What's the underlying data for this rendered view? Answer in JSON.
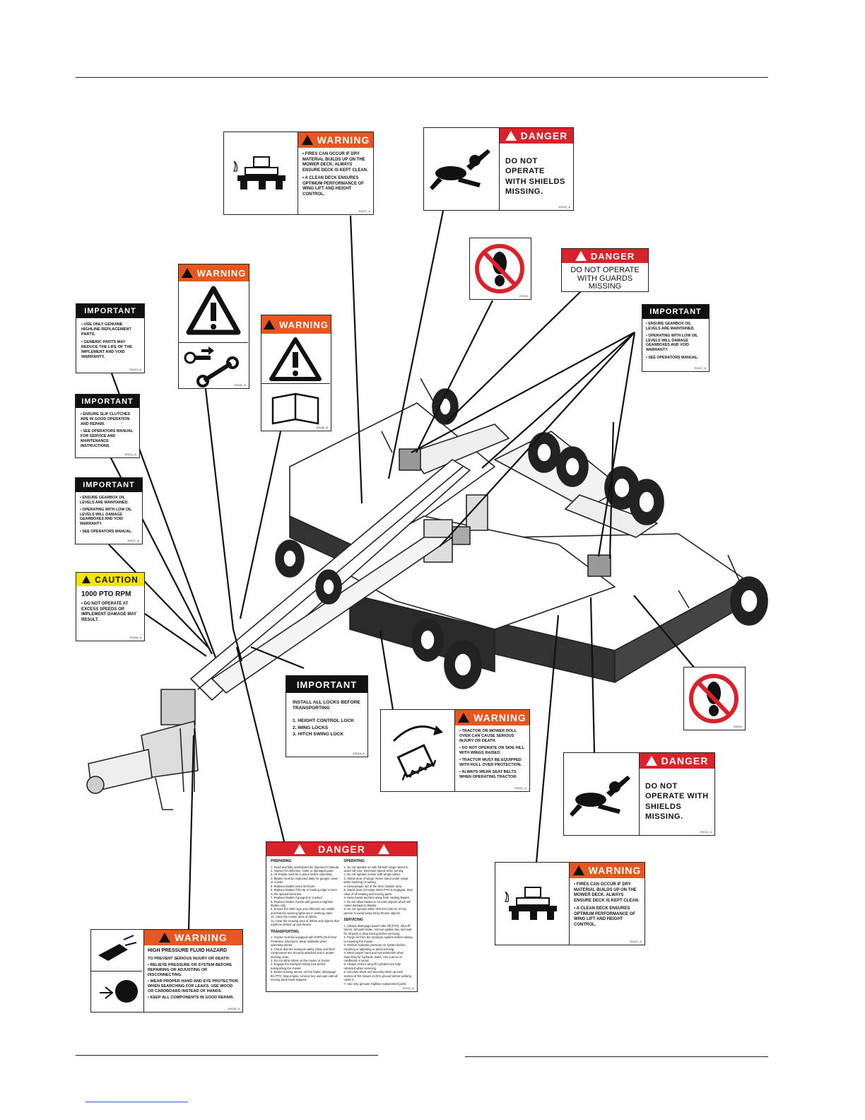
{
  "decals": {
    "warning_fire_top": {
      "header": "WARNING",
      "lines": [
        "• FIRES CAN OCCUR IF DRY MATERIAL BUILDS UP ON THE MOWER DECK. ALWAYS ENSURE DECK IS KEPT CLEAN.",
        "• A CLEAN DECK ENSURES OPTIMUM PERFORMANCE OF WING LIFT AND HEIGHT CONTROL."
      ],
      "code": "E0047_A"
    },
    "danger_shields_top": {
      "header": "DANGER",
      "message": "DO NOT OPERATE WITH SHIELDS MISSING.",
      "code": "E0010_A"
    },
    "no_step_top": {
      "code": "E0024"
    },
    "danger_guards": {
      "header": "DANGER",
      "message": "DO NOT OPERATE WITH GUARDS MISSING"
    },
    "important_gearbox_right": {
      "header": "IMPORTANT",
      "lines": [
        "• ENSURE GEARBOX OIL LEVELS ARE MAINTAINED.",
        "• OPERATING WITH LOW OIL LEVELS WILL DAMAGE GEARBOXES AND VOID WARRANTY.",
        "• SEE OPERATORS MANUAL."
      ],
      "code": "E0047_A"
    },
    "warning_tools": {
      "header": "WARNING",
      "code": "E0030_B"
    },
    "warning_manual": {
      "header": "WARNING",
      "code": "E0066_B"
    },
    "important_parts": {
      "header": "IMPORTANT",
      "lines": [
        "• USE ONLY GENUINE HIGHLINE REPLACEMENT PARTS.",
        "• GENERIC PARTS MAY REDUCE THE LIFE OF THE IMPLEMENT AND VOID WARRANTY."
      ],
      "code": "E0013_A"
    },
    "important_clutch": {
      "header": "IMPORTANT",
      "lines": [
        "• ENSURE SLIP CLUTCHES ARE IN GOOD OPERATION AND REPAIR.",
        "• SEE OPERATORS MANUAL FOR SERVICE AND MAINTENANCE INSTRUCTIONS."
      ],
      "code": "E0011_A"
    },
    "important_gearbox_left": {
      "header": "IMPORTANT",
      "lines": [
        "• ENSURE GEARBOX OIL LEVELS ARE MAINTAINED.",
        "• OPERATING WITH LOW OIL LEVELS WILL DAMAGE GEARBOXES AND VOID WARRANTY.",
        "• SEE OPERATORS MANUAL."
      ],
      "code": "E0047_A"
    },
    "caution_pto": {
      "header": "CAUTION",
      "title": "1000 PTO RPM",
      "lines": [
        "• DO NOT OPERATE AT EXCESS SPEEDS OR IMPLEMENT DAMAGE MAY RESULT."
      ],
      "code": "E0009_A"
    },
    "important_locks": {
      "header": "IMPORTANT",
      "intro": "INSTALL ALL LOCKS BEFORE TRANSPORTING",
      "items": [
        "1. HEIGHT CONTROL LOCK",
        "2. WING LOCKS",
        "3. HITCH SWING LOCK"
      ],
      "code": "E0015_A"
    },
    "warning_rollover": {
      "header": "WARNING",
      "lines": [
        "• TRACTOR OR MOWER ROLL OVER CAN CAUSE SERIOUS INJURY OR DEATH.",
        "• DO NOT OPERATE ON SIDE HILL WITH WINGS RAISED.",
        "• TRACTOR MUST BE EQUIPPED WITH ROLL OVER PROTECTION.",
        "• ALWAYS WEAR SEAT BELTS WHEN OPERATING TRACTOR."
      ],
      "code": "E0001_A"
    },
    "no_step_right": {
      "code": "E0024"
    },
    "danger_shields_right": {
      "header": "DANGER",
      "message": "DO NOT OPERATE WITH SHIELDS MISSING.",
      "code": "E0010_A"
    },
    "warning_fire_bottom": {
      "header": "WARNING",
      "lines": [
        "• FIRES CAN OCCUR IF DRY MATERIAL BUILDS UP ON THE MOWER DECK. ALWAYS ENSURE DECK IS KEPT CLEAN.",
        "• A CLEAN DECK ENSURES OPTIMUM PERFORMANCE OF WING LIFT AND HEIGHT CONTROL."
      ],
      "code": "E0047_A"
    },
    "danger_big": {
      "header": "DANGER",
      "preparing_title": "PREPARING",
      "preparing": [
        "1. Read and fully understand the Operator's Manual.",
        "2. Inspect for defective, loose or damaged parts.",
        "3. All shields must be in place before operating.",
        "4. Blades must be inspected daily for gouges, wear or cracks.",
        "5. Replace blades every 50 hours.",
        "6. Replace blades if the tip or leading edge is worn to the upward bend line.",
        "7. Replace blades if gouged or cracked.",
        "8. Replace blades if parts with genuine Highline blades only.",
        "9. Ensure the SMV sign and reflectors are visible and that the warning lights are in working order.",
        "10. Clear the mower deck of debris.",
        "11. Clear the mowing area of debris and objects that might be picked up and thrown."
      ],
      "transporting_title": "TRANSPORTING",
      "transporting": [
        "1. Tractor must be equipped with ROPS (Roll Over Protective Structure). Wear seatbelts when operating tractor.",
        "2. Check that the transport safety chain and hitch components are securely attached and in proper working order.",
        "3. Do not allow riders on the mower or tractor.",
        "4. Engage the transport safety lock before transporting the mower.",
        "5. Before leaving tractor, set the brake, disengage the PTO, stop engine, remove key and wait until all moving parts have stopped."
      ],
      "operating_title": "OPERATING",
      "operating": [
        "1. Do not operate on side hill with wings raised to avoid roll over. Decrease speed when turning.",
        "2. Do not operate mower with wings raised.",
        "3. Stand clear of wings. Never stand under wings when lowering or raising.",
        "4. Keep people out of the deck rotation area.",
        "5. Stand clear of mower when PTO is engaged. Stay clear of all rotating and moving parts.",
        "6. Keep hands and feet away from rotating blades.",
        "7. Do not allow blades to hit solid objects which will cause damage to blades.",
        "8. Do not operate within 300 feet (100 m) of any person to avoid being hit by thrown objects."
      ],
      "servicing_title": "SERVICING",
      "servicing": [
        "1. Always disengage power take off (PTO), shut off tractor, set park brake, remove ignition key and wait for all parts to stop turning before servicing.",
        "2. Purge air from the hydraulic system before raising or lowering the mower.",
        "3. Relieve hydraulic pressure on system before repairing or adjusting or disconnecting.",
        "4. Wear proper hand and eye protective when searching for hydraulic leaks. Use a piece of cardboard or wood.",
        "5. Always ensure wing lift cylinders are fully retracted when servicing.",
        "6. Securely block and securely block up each section of the mower on firm ground before working under it.",
        "7. Use only genuine Highline replacement parts."
      ],
      "code": "E0011_A"
    },
    "warning_hydraulic": {
      "header": "WARNING",
      "title": "HIGH PRESSURE FLUID HAZARD",
      "subtitle": "TO PREVENT SERIOUS INJURY OR DEATH:",
      "lines": [
        "• RELIEVE PRESSURE ON SYSTEM BEFORE REPAIRING OR ADJUSTING OR DISCONNECTING.",
        "• WEAR PROPER HAND AND EYE PROTECTION WHEN SEARCHING FOR LEAKS. USE WOOD OR CARDBOARD INSTEAD OF HANDS.",
        "• KEEP ALL COMPONENTS IN GOOD REPAIR."
      ],
      "code": "E0006_A"
    }
  },
  "colors": {
    "warning": "#e5571f",
    "danger": "#d8232a",
    "caution": "#f2e600",
    "important": "#111111"
  }
}
